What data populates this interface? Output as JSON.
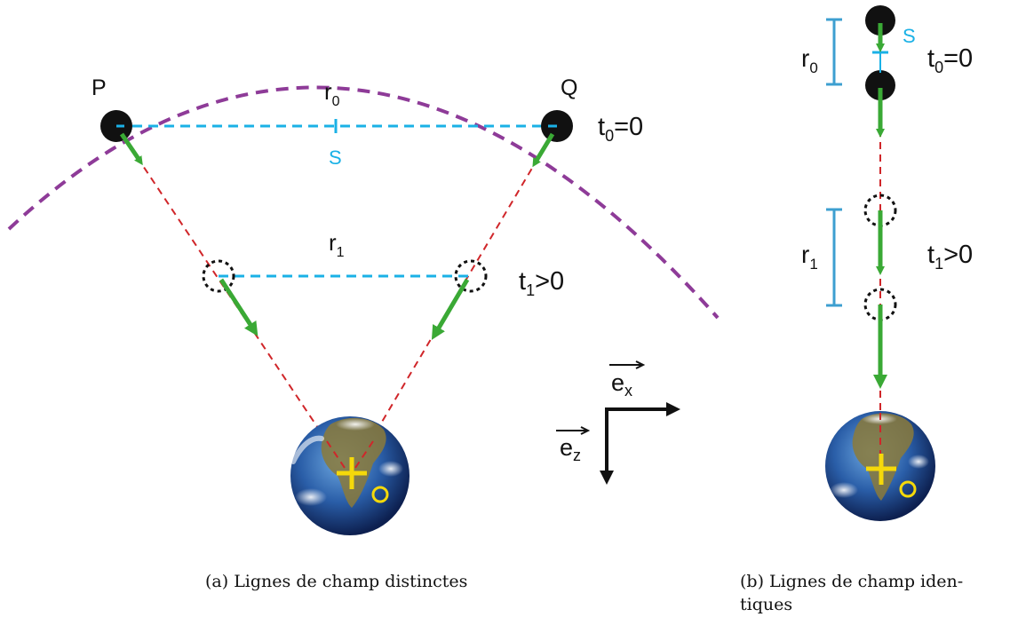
{
  "panel_a": {
    "point_p": "P",
    "point_q": "Q",
    "r0_main": "r",
    "r0_sub": "0",
    "s_label": "S",
    "t0_main": "t",
    "t0_sub": "0",
    "t0_rest": "=0",
    "r1_main": "r",
    "r1_sub": "1",
    "t1_main": "t",
    "t1_sub": "1",
    "t1_rest": ">0",
    "origin_label": "O",
    "axis_x_main": "e",
    "axis_x_sub": "x",
    "axis_z_main": "e",
    "axis_z_sub": "z",
    "caption": "(a) Lignes de champ distinctes"
  },
  "panel_b": {
    "s_label": "S",
    "r0_main": "r",
    "r0_sub": "0",
    "t0_main": "t",
    "t0_sub": "0",
    "t0_rest": "=0",
    "r1_main": "r",
    "r1_sub": "1",
    "t1_main": "t",
    "t1_sub": "1",
    "t1_rest": ">0",
    "origin_label": "O",
    "caption_line1": "(b) Lignes de champ iden-",
    "caption_line2": "tiques"
  },
  "colors": {
    "trajectory_arc": "#8e3b98",
    "separation_line": "#1ab1e6",
    "field_line": "#d0262a",
    "velocity_arrow": "#3aa935",
    "scale_bracket": "#3d9fd0",
    "origin_marker": "#f5d90a",
    "axes": "#111111"
  }
}
